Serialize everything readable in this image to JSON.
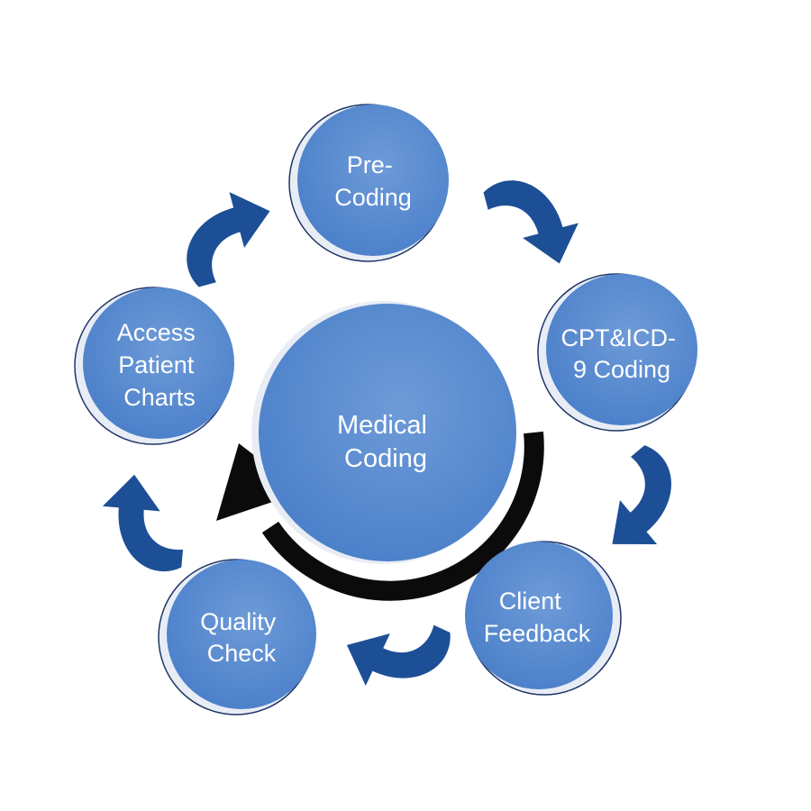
{
  "colors": {
    "background": "#ffffff",
    "circle_fill": "#4a7fc9",
    "circle_fill_light": "#6e9bd8",
    "circle_rim": "#e8edf5",
    "circle_shadow": "#1f3566",
    "arrow_blue": "#1d4f96",
    "center_arrow": "#0b0b0b",
    "text": "#ffffff"
  },
  "center": {
    "lines": [
      "Medical",
      "Coding"
    ]
  },
  "steps": [
    {
      "id": "pre-coding",
      "lines": [
        "Pre-",
        "Coding"
      ]
    },
    {
      "id": "cpt-icd-9-coding",
      "lines": [
        "CPT&ICD-",
        "9 Coding"
      ]
    },
    {
      "id": "client-feedback",
      "lines": [
        "Client",
        "Feedback"
      ]
    },
    {
      "id": "quality-check",
      "lines": [
        "Quality",
        "Check"
      ]
    },
    {
      "id": "access-patient-charts",
      "lines": [
        "Access",
        "Patient",
        "Charts"
      ]
    }
  ],
  "icons": {
    "cycle_arrow": "curved-arrow-icon",
    "center_arrow": "return-arrow-icon"
  }
}
